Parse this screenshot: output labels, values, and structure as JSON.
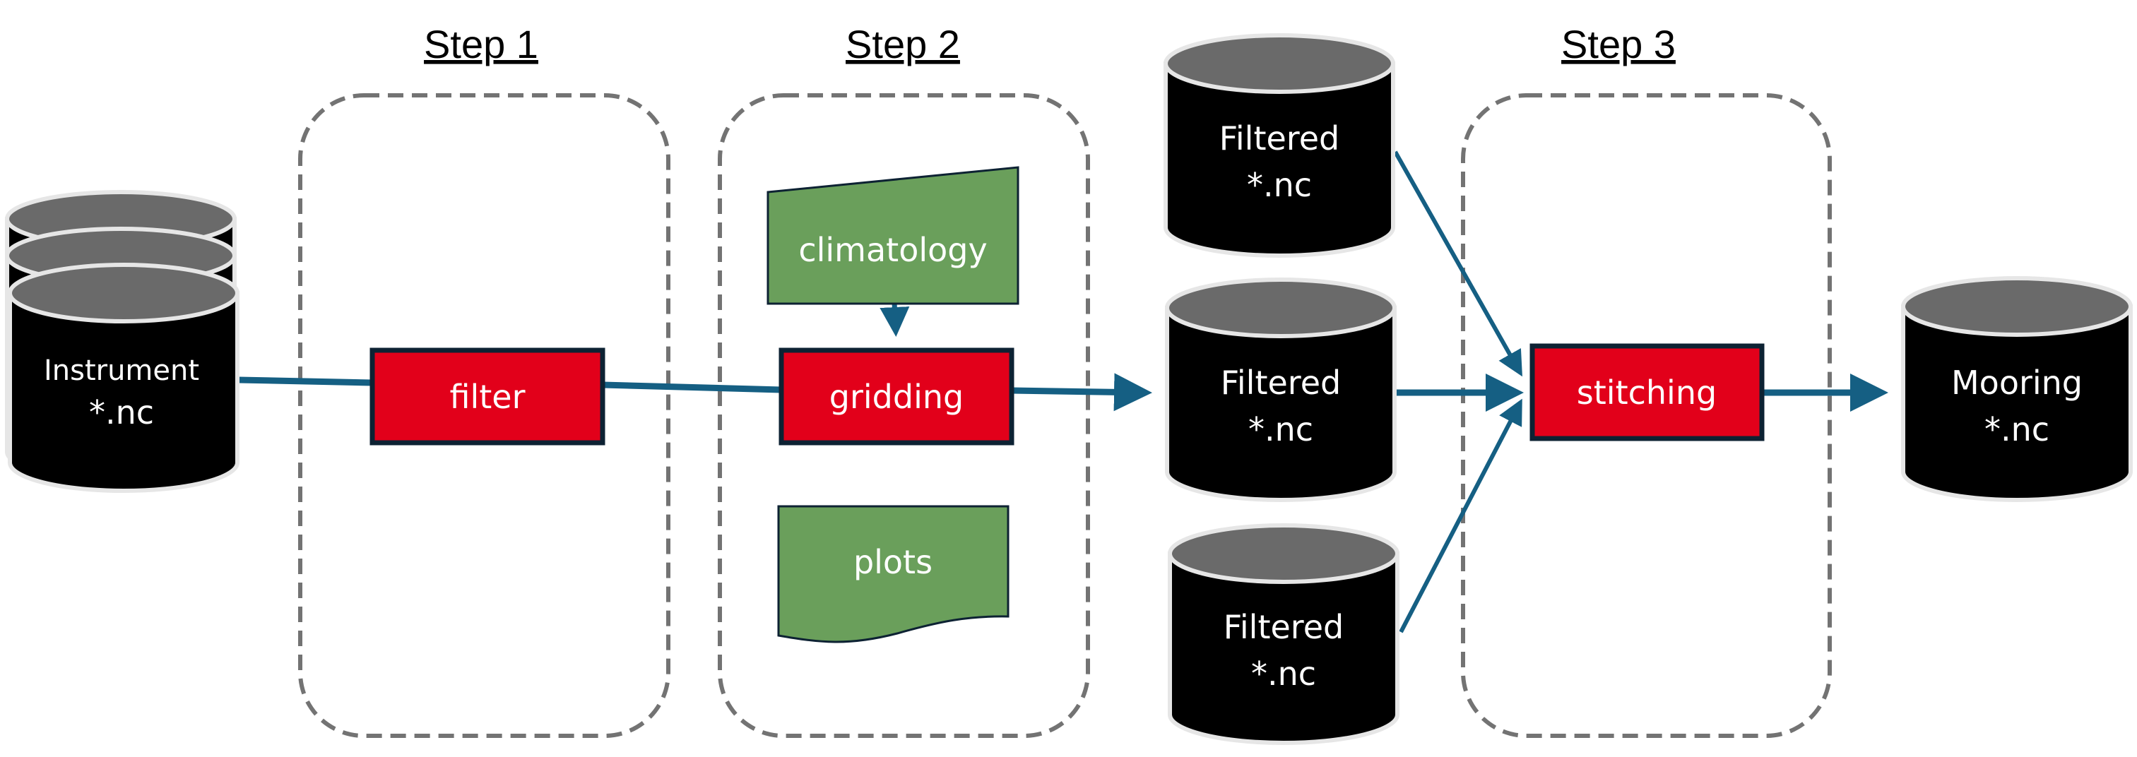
{
  "title": "Mooring data processing pipeline",
  "steps": [
    {
      "label": "Step 1"
    },
    {
      "label": "Step 2"
    },
    {
      "label": "Step 3"
    }
  ],
  "inputs": {
    "instrument": {
      "line1": "Instrument",
      "line2": "*.nc",
      "stack_count": 3
    }
  },
  "processes": {
    "filter": "filter",
    "gridding": "gridding",
    "stitching": "stitching"
  },
  "auxiliary": {
    "climatology": "climatology",
    "plots": "plots"
  },
  "intermediate": [
    {
      "line1": "Filtered",
      "line2": "*.nc"
    },
    {
      "line1": "Filtered",
      "line2": "*.nc"
    },
    {
      "line1": "Filtered",
      "line2": "*.nc"
    }
  ],
  "output": {
    "line1": "Mooring",
    "line2": "*.nc"
  },
  "colors": {
    "process_fill": "#E2001A",
    "process_border": "#0D2233",
    "aux_fill": "#6A9F5B",
    "arrow": "#155F83",
    "dash": "#737373",
    "cylinder_body": "#000000",
    "cylinder_top": "#6A6A6A",
    "cylinder_rim": "#E6E6E6"
  }
}
